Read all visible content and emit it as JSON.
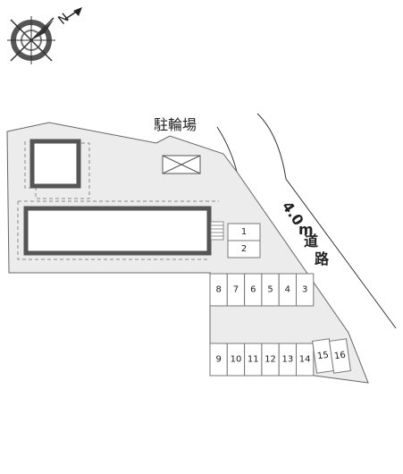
{
  "labels": {
    "bicycle_parking": "駐輪場",
    "road": [
      "4.0",
      "m",
      "道",
      "路"
    ],
    "compass_letter": "N"
  },
  "parking": {
    "top_pair": [
      "1",
      "2"
    ],
    "row_upper": [
      "8",
      "7",
      "6",
      "5",
      "4",
      "3"
    ],
    "row_lower": [
      "9",
      "10",
      "11",
      "12",
      "13",
      "14"
    ],
    "angled": [
      "15",
      "16"
    ]
  },
  "colors": {
    "lot_fill": "#ececec",
    "lot_stroke": "#666666",
    "building_frame": "#555555",
    "road_line": "#333333",
    "dashed_path": "#8a8a8a"
  }
}
